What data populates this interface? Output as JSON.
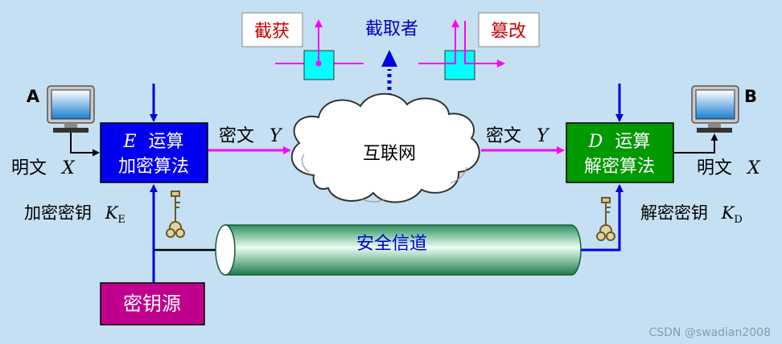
{
  "labels": {
    "intercept": "截获",
    "interceptor": "截取者",
    "tamper": "篡改",
    "host_a": "A",
    "host_b": "B",
    "encrypt_title": "运算",
    "encrypt_op": "E",
    "encrypt_sub": "加密算法",
    "decrypt_title": "运算",
    "decrypt_op": "D",
    "decrypt_sub": "解密算法",
    "ciphertext_left": "密文",
    "ciphertext_right": "密文",
    "cipher_var": "Y",
    "plaintext_left": "明文",
    "plaintext_right": "明文",
    "plain_var": "X",
    "internet": "互联网",
    "enc_key": "加密密钥",
    "enc_key_var": "K",
    "enc_key_sub": "E",
    "dec_key": "解密密钥",
    "dec_key_var": "K",
    "dec_key_sub": "D",
    "secure_channel": "安全信道",
    "key_source": "密钥源",
    "watermark": "CSDN @swadian2008"
  },
  "colors": {
    "background": "#c5e0f3",
    "encrypt_box": "#0000ee",
    "decrypt_box": "#009900",
    "key_source_box": "#c0008c",
    "pipe": "#7fe0b0",
    "arrow_blue": "#0000dd",
    "arrow_magenta": "#ff00ff",
    "cyan_box": "#00ffff",
    "label_red": "#cc0000"
  }
}
